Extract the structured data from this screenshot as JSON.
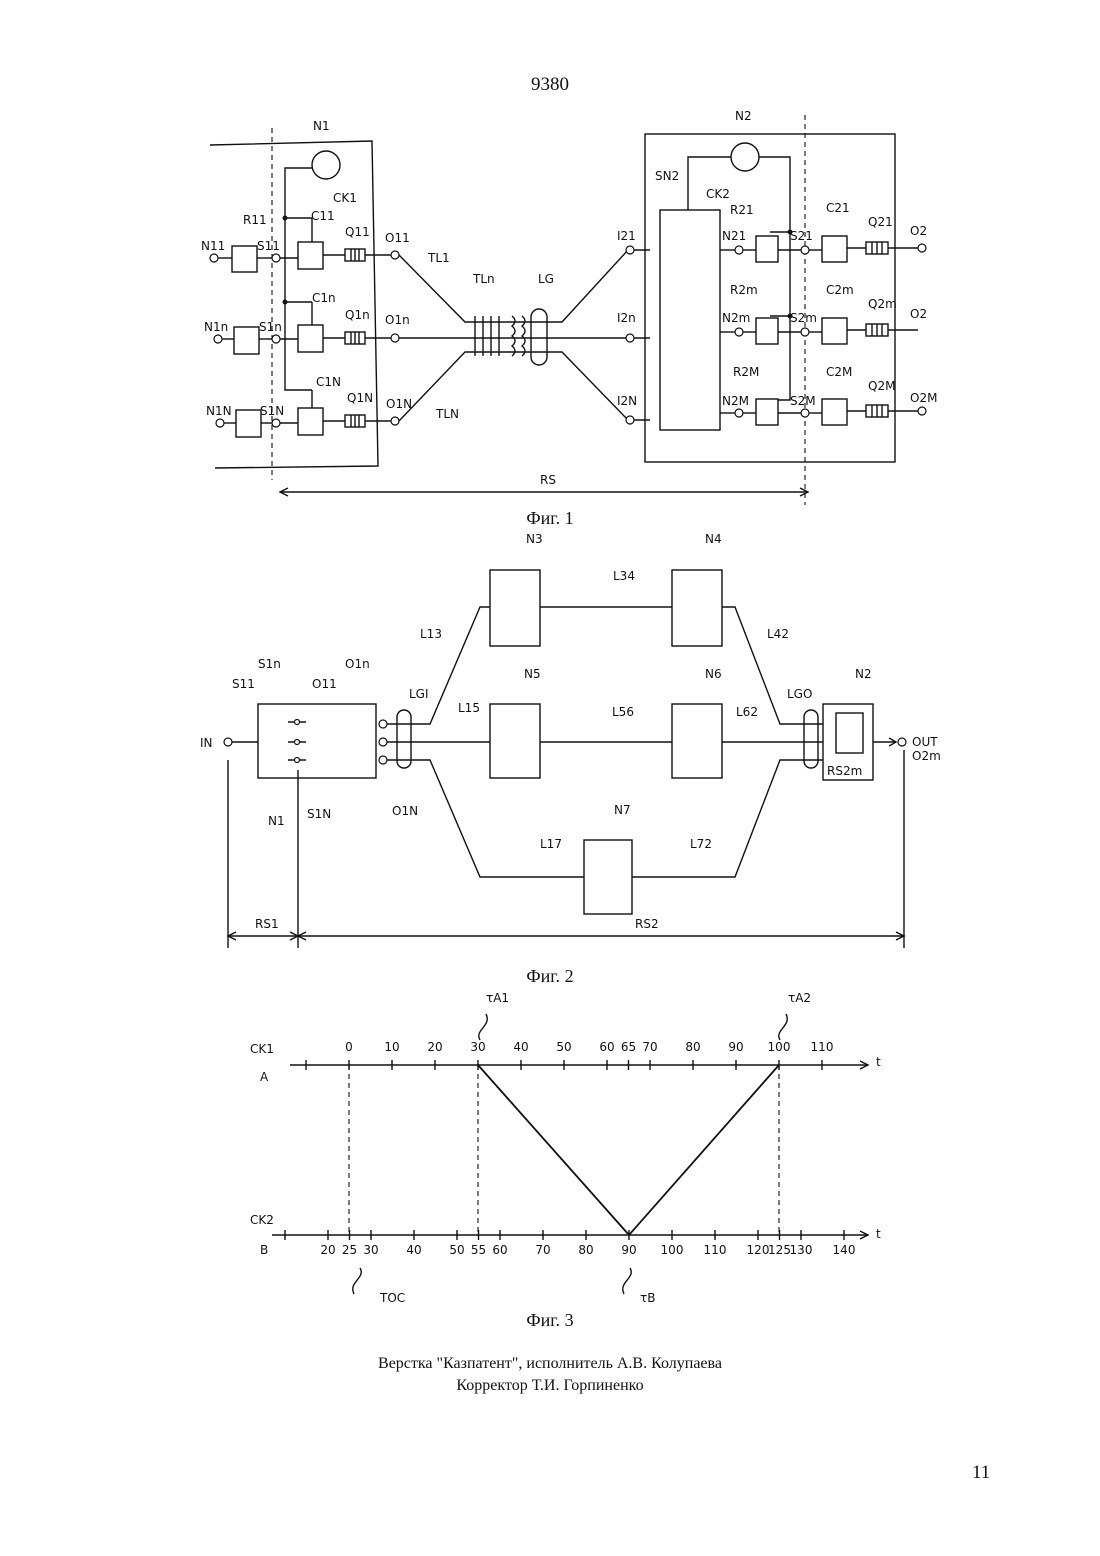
{
  "page": {
    "number_top": "9380",
    "number_bottom": "11",
    "footer_line1": "Верстка \"Казпатент\", исполнитель А.В. Колупаева",
    "footer_line2": "Корректор Т.И. Горпиненко"
  },
  "fig1": {
    "caption": "Фиг. 1",
    "n1": "N1",
    "n2": "N2",
    "ck1": "CK1",
    "ck2": "CK2",
    "sn2": "SN2",
    "left_rows": [
      {
        "n": "N11",
        "r": "R11",
        "s": "S11",
        "c": "C11",
        "q": "Q11",
        "o": "O11"
      },
      {
        "n": "N1n",
        "r": "",
        "s": "S1n",
        "c": "C1n",
        "q": "Q1n",
        "o": "O1n"
      },
      {
        "n": "N1N",
        "r": "",
        "s": "S1N",
        "c": "C1N",
        "q": "Q1N",
        "o": "O1N"
      }
    ],
    "lines": {
      "tl1": "TL1",
      "tln": "TLn",
      "tlN": "TLN",
      "lg": "LG"
    },
    "right_rows": [
      {
        "i": "I21",
        "n": "N21",
        "r": "R21",
        "s": "S21",
        "c": "C21",
        "q": "Q21",
        "o": "O2"
      },
      {
        "i": "I2n",
        "n": "N2m",
        "r": "R2m",
        "s": "S2m",
        "c": "C2m",
        "q": "Q2m",
        "o": "O2"
      },
      {
        "i": "I2N",
        "n": "N2M",
        "r": "R2M",
        "s": "S2M",
        "c": "C2M",
        "q": "Q2M",
        "o": "O2M"
      }
    ],
    "rs": "RS"
  },
  "fig2": {
    "caption": "Фиг. 2",
    "in": "IN",
    "out": "OUT",
    "out2": "O2m",
    "n1": "N1",
    "n2": "N2",
    "n3": "N3",
    "n4": "N4",
    "n5": "N5",
    "n6": "N6",
    "n7": "N7",
    "s11": "S11",
    "s1n": "S1n",
    "s1N": "S1N",
    "o11": "O11",
    "o1n": "O1n",
    "o1N": "O1N",
    "lgi": "LGI",
    "lgo": "LGO",
    "l13": "L13",
    "l34": "L34",
    "l42": "L42",
    "l15": "L15",
    "l56": "L56",
    "l62": "L62",
    "l17": "L17",
    "l72": "L72",
    "rs2m": "RS2m",
    "rs1": "RS1",
    "rs2": "RS2"
  },
  "fig3": {
    "caption": "Фиг. 3",
    "axis_a_name": "CK1",
    "axis_a_letter": "A",
    "axis_b_name": "CK2",
    "axis_b_letter": "B",
    "t_label": "t",
    "tick_labels_a": [
      "0",
      "10",
      "20",
      "30",
      "40",
      "50",
      "60",
      "65",
      "70",
      "80",
      "90",
      "100",
      "110"
    ],
    "tick_labels_b": [
      "20",
      "25",
      "30",
      "40",
      "50",
      "55",
      "60",
      "70",
      "80",
      "90",
      "100",
      "110",
      "120",
      "125",
      "130",
      "140"
    ],
    "ta1": "τA1",
    "ta2": "τA2",
    "tb": "τB",
    "toc": "TOC",
    "events": {
      "a_send": 30,
      "b_recv": 90,
      "a_recv": 100,
      "b_offset_zero": 25
    }
  }
}
